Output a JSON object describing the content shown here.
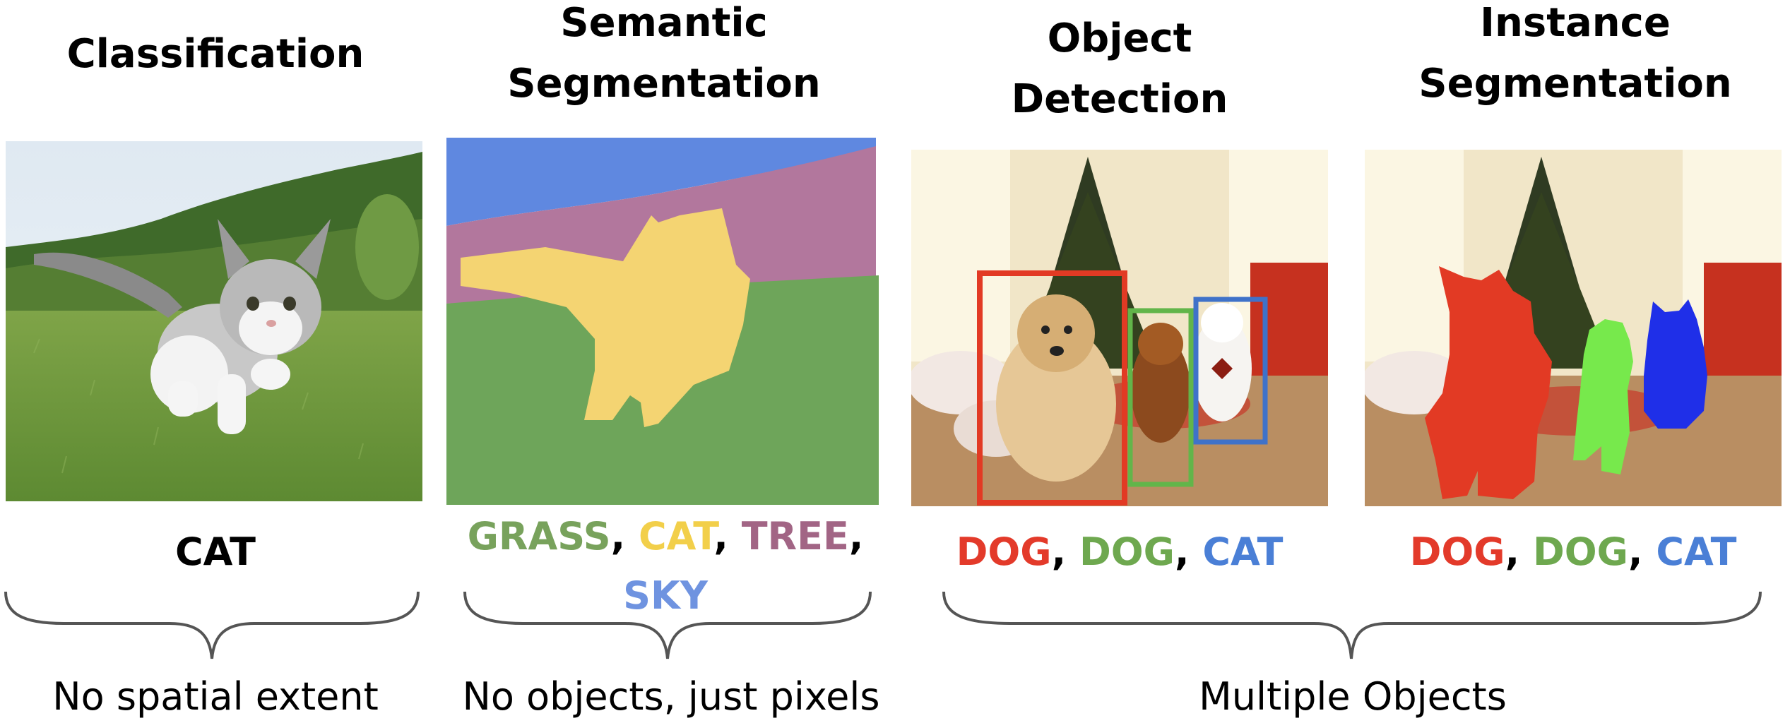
{
  "columns": [
    {
      "title_lines": [
        "Classification"
      ],
      "labels": [
        {
          "text": "CAT",
          "color": "#000000"
        }
      ]
    },
    {
      "title_lines": [
        "Semantic",
        "Segmentation"
      ],
      "labels": [
        {
          "text": "GRASS",
          "color": "#78a25c"
        },
        {
          "text": ", ",
          "color": "#000000"
        },
        {
          "text": "CAT",
          "color": "#f2cf4a"
        },
        {
          "text": ", ",
          "color": "#000000"
        },
        {
          "text": "TREE",
          "color": "#a26585"
        },
        {
          "text": ",",
          "color": "#000000"
        },
        {
          "text": "SKY",
          "color": "#6f93e0"
        }
      ]
    },
    {
      "title_lines": [
        "Object",
        "Detection"
      ],
      "labels": [
        {
          "text": "DOG",
          "color": "#e33a2a"
        },
        {
          "text": ", ",
          "color": "#000000"
        },
        {
          "text": "DOG",
          "color": "#6ea84f"
        },
        {
          "text": ", ",
          "color": "#000000"
        },
        {
          "text": "CAT",
          "color": "#4a7fd6"
        }
      ]
    },
    {
      "title_lines": [
        "Instance",
        "Segmentation"
      ],
      "labels": [
        {
          "text": "DOG",
          "color": "#e33a2a"
        },
        {
          "text": ", ",
          "color": "#000000"
        },
        {
          "text": "DOG",
          "color": "#6ea84f"
        },
        {
          "text": ", ",
          "color": "#000000"
        },
        {
          "text": "CAT",
          "color": "#4a7fd6"
        }
      ]
    }
  ],
  "footers": [
    "No spatial extent",
    "No objects, just pixels",
    "Multiple Objects"
  ],
  "colors": {
    "sky": "#5f88e0",
    "tree": "#b2779d",
    "grass": "#6ea55a",
    "cat": "#f4d472",
    "dog1": "#e23a24",
    "dog2": "#77e94c",
    "cat_instance": "#1f2fe8"
  }
}
